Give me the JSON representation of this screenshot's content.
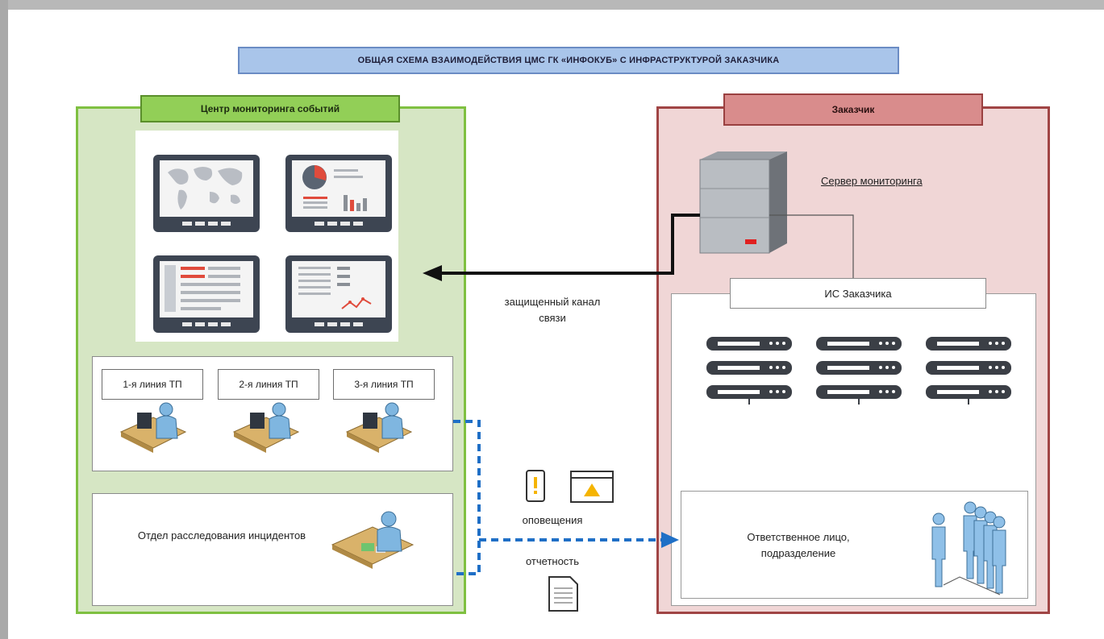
{
  "diagram": {
    "title": "ОБЩАЯ СХЕМА ВЗАИМОДЕЙСТВИЯ ЦМС ГК «ИНФОКУБ» С ИНФРАСТРУКТУРОЙ ЗАКАЗЧИКА",
    "left_region": {
      "label": "Центр мониторинга событий",
      "support_lines": [
        "1-я линия ТП",
        "2-я линия ТП",
        "3-я линия ТП"
      ],
      "investigation": "Отдел расследования инцидентов"
    },
    "right_region": {
      "label": "Заказчик",
      "server": "Сервер мониторинга",
      "customer_is": "ИС Заказчика",
      "responsible": "Ответственное лицо, подразделение"
    },
    "channel": "защищенный канал связи",
    "notifications": "оповещения",
    "reports": "отчетность",
    "colors": {
      "green_fill": "#d6e6c4",
      "green_border": "#7fc041",
      "red_fill": "#f0d6d6",
      "red_border": "#a04545",
      "title_fill": "#a9c5ea",
      "dashed_line": "#1f6fc6"
    }
  }
}
